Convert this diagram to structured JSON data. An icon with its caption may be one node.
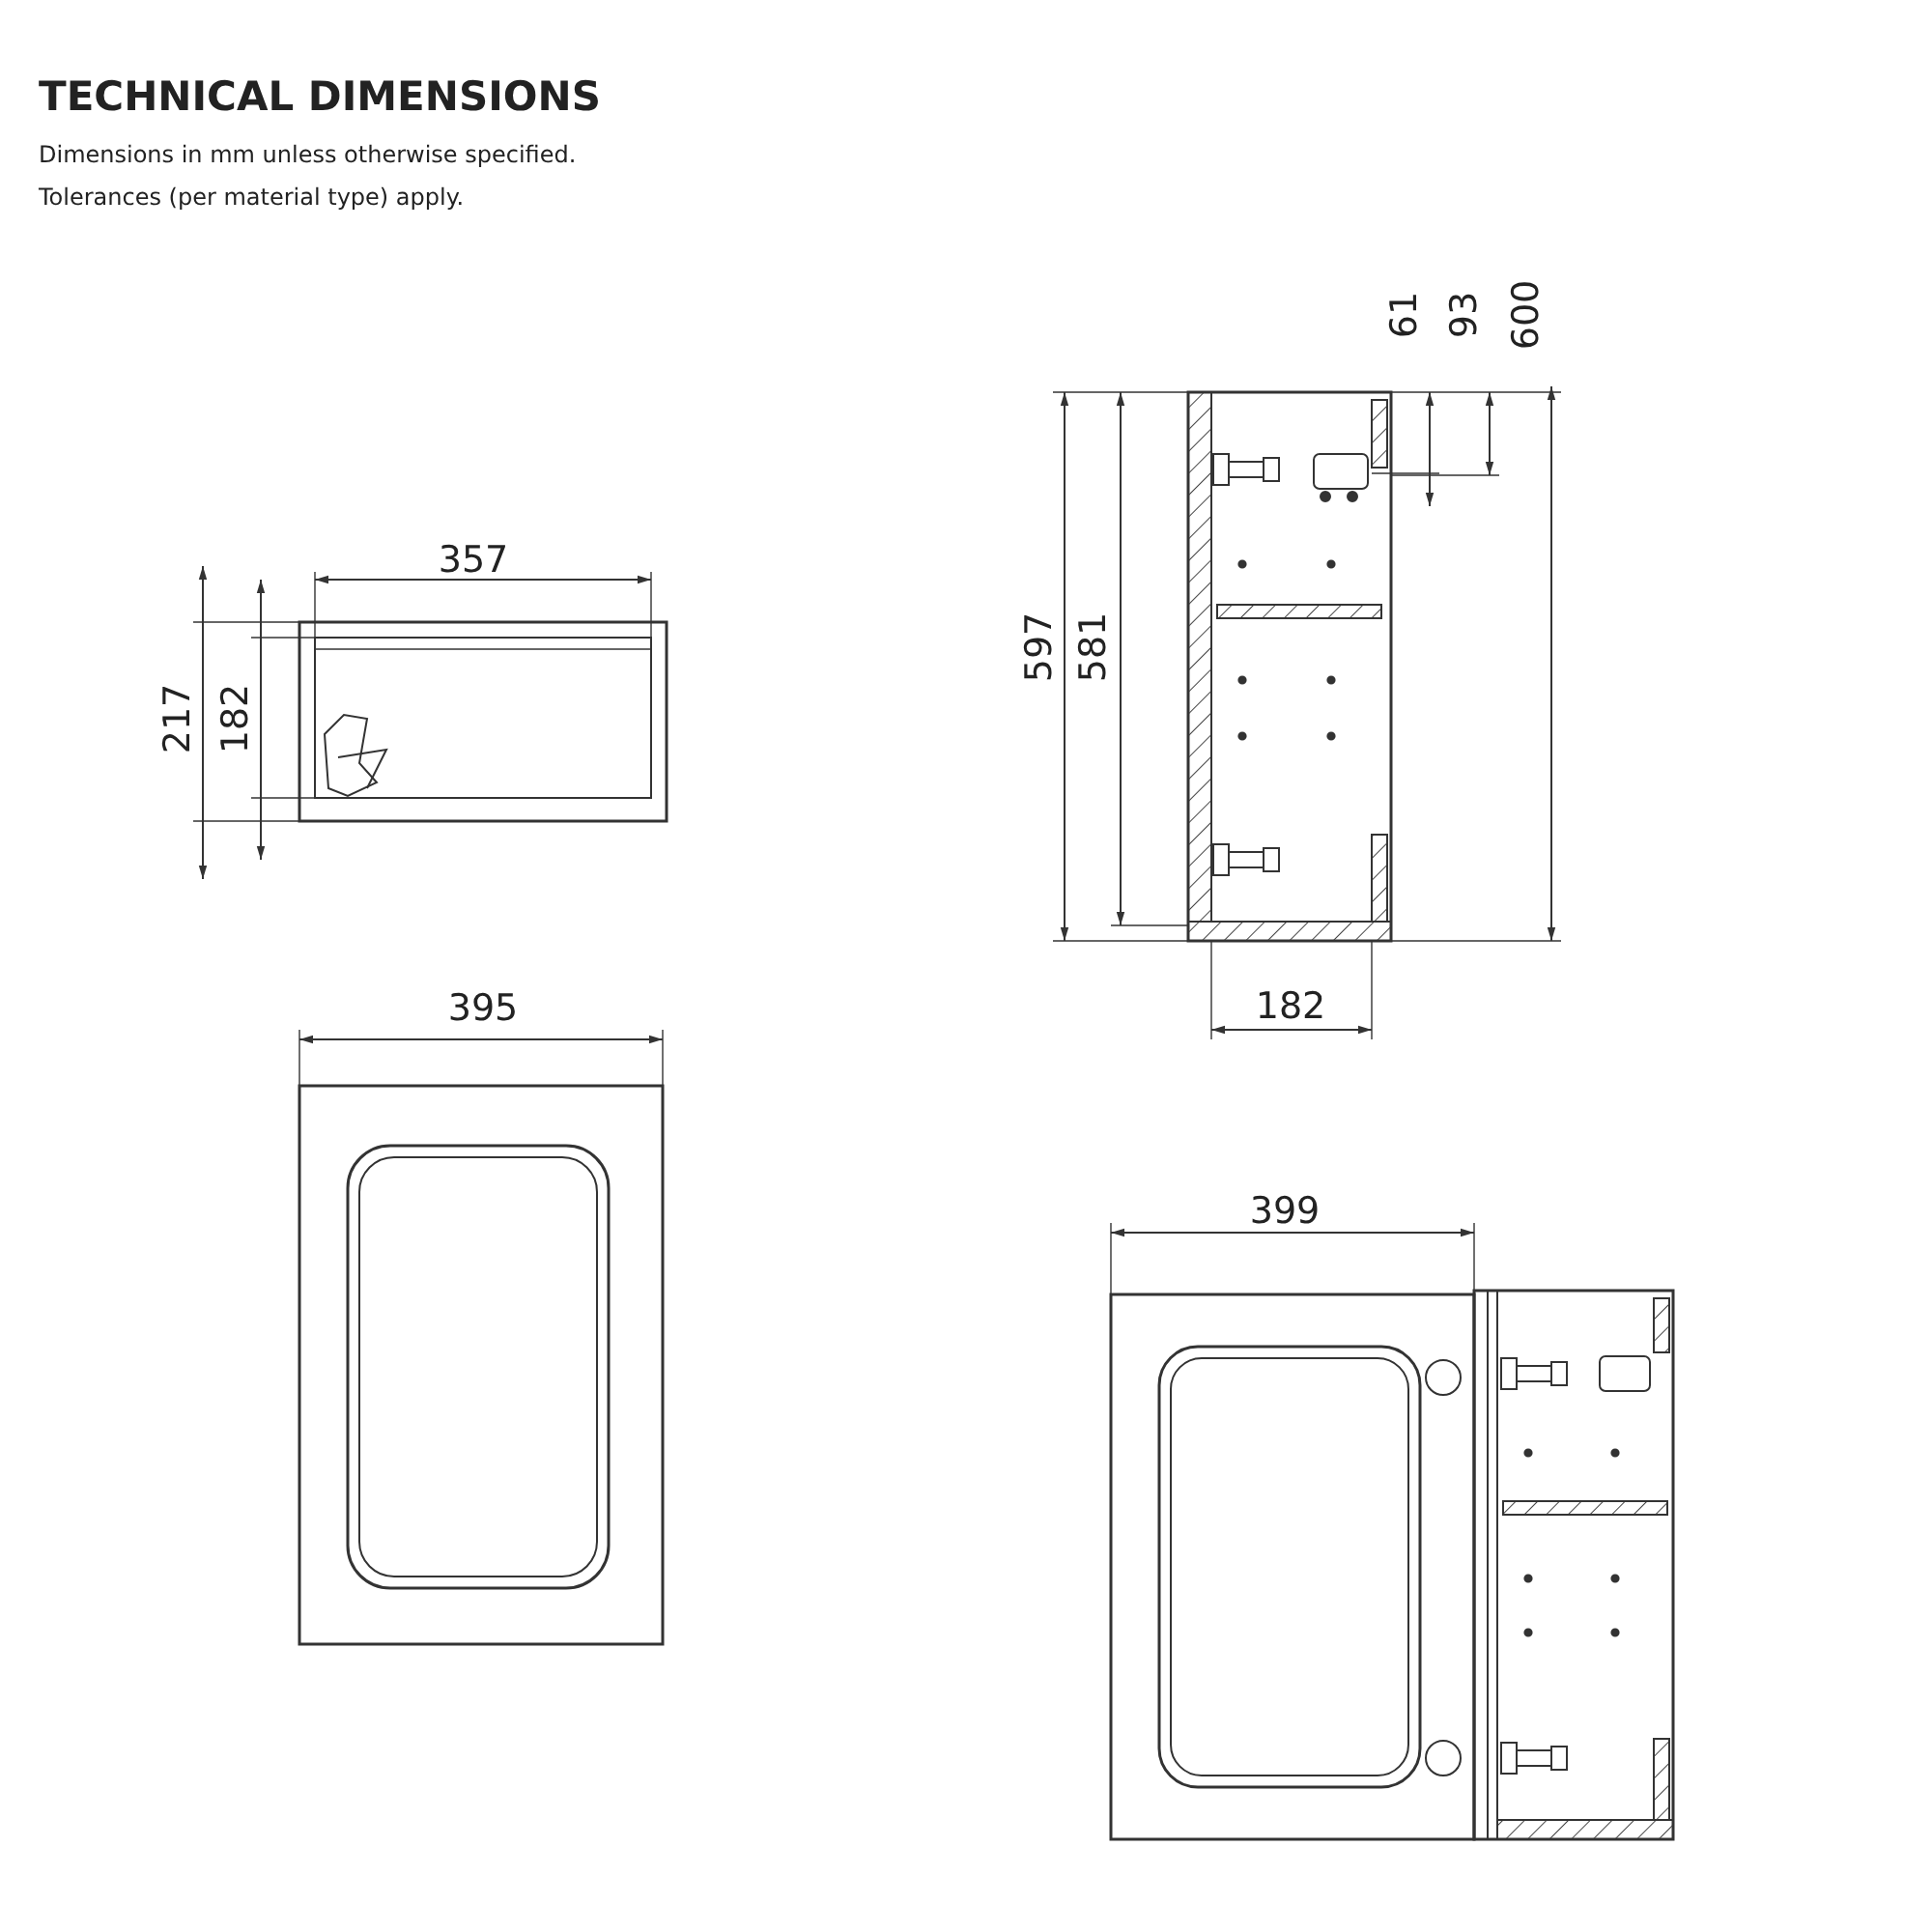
{
  "diagram": {
    "title": "TECHNICAL DIMENSIONS",
    "labels": [
      "Dimensions in mm unless otherwise specified.",
      "Tolerances (per material type) apply.",
      "61",
      "93",
      "600",
      "357",
      "597",
      "581",
      "217",
      "182",
      "395",
      "182",
      "399"
    ]
  }
}
